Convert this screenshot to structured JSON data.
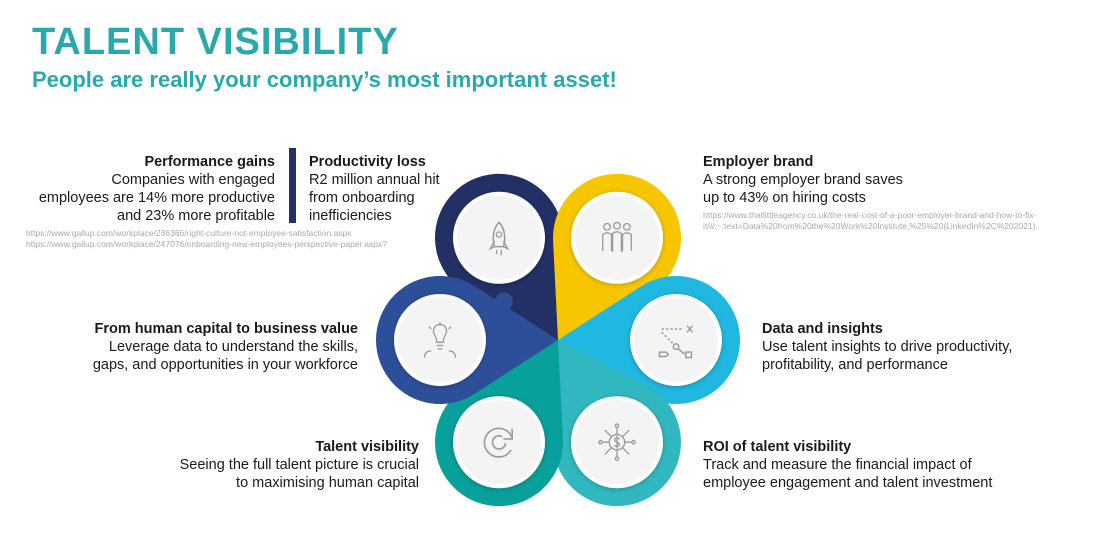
{
  "title": "TALENT VISIBILITY",
  "subtitle": "People are really your company’s most important asset!",
  "colors": {
    "title": "#2aa9ad",
    "subtitle": "#2aa9ad",
    "navy": "#233066",
    "yellow": "#f7c600",
    "sky": "#20b7e0",
    "turquoise": "#31b7c0",
    "green": "#08a09a",
    "blue": "#2d4f9a"
  },
  "blocks": {
    "performance": {
      "heading": "Performance gains",
      "lines": [
        "Companies with engaged",
        "employees are 14% more productive",
        "and 23% more profitable"
      ]
    },
    "productivity": {
      "heading": "Productivity loss",
      "lines": [
        "R2 million annual hit",
        "from onboarding",
        "inefficiencies"
      ]
    },
    "employer": {
      "heading": "Employer brand",
      "lines": [
        "A strong employer brand saves",
        "up to 43% on hiring costs"
      ]
    },
    "human": {
      "heading": "From human capital to business value",
      "lines": [
        "Leverage data to understand the skills,",
        "gaps, and opportunities in your workforce"
      ]
    },
    "data": {
      "heading": "Data and insights",
      "lines": [
        "Use talent insights to drive productivity,",
        "profitability, and performance"
      ]
    },
    "visibility": {
      "heading": "Talent visibility",
      "lines": [
        "Seeing the full talent picture is crucial",
        "to maximising human capital"
      ]
    },
    "roi": {
      "heading": "ROI of talent visibility",
      "lines": [
        "Track and measure the financial impact of",
        "employee engagement and talent investment"
      ]
    }
  },
  "sources": {
    "gallup": [
      "https://www.gallup.com/workplace/236366/right-culture-not-employee-satisfaction.aspx",
      "https://www.gallup.com/workplace/247076/onboarding-new-employees-perspective-paper.aspx?"
    ],
    "employer": [
      "https://www.thatlittleagency.co.uk/the-real-cost-of-a-poor-employer-brand-and-how-to-fix-",
      "it/#:~:text=Data%20from%20the%20Work%20Institute,%25%20(LinkedIn%2C%202021)."
    ]
  },
  "petals": [
    {
      "name": "petal-navy",
      "color_key": "navy",
      "icon": "rocket-icon",
      "angle": -30
    },
    {
      "name": "petal-yellow",
      "color_key": "yellow",
      "icon": "people-group-icon",
      "angle": 30
    },
    {
      "name": "petal-sky",
      "color_key": "sky",
      "icon": "strategy-path-icon",
      "angle": 90
    },
    {
      "name": "petal-turquoise",
      "color_key": "turquoise",
      "icon": "money-network-icon",
      "angle": 150
    },
    {
      "name": "petal-green",
      "color_key": "green",
      "icon": "refresh-cycle-icon",
      "angle": 210
    },
    {
      "name": "petal-blue",
      "color_key": "blue",
      "icon": "lightbulb-head-icon",
      "angle": 270
    }
  ]
}
